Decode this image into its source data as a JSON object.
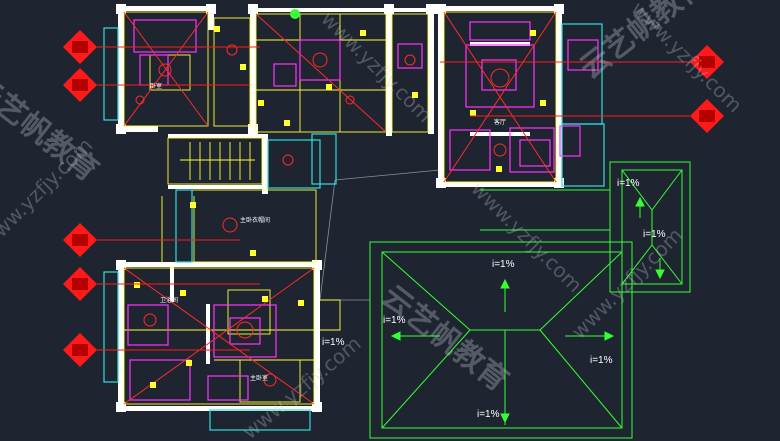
{
  "drawing": {
    "roof_slope_labels": [
      "i=1%",
      "i=1%",
      "i=1%",
      "i=1%",
      "i=1%",
      "i=1%",
      "i=1%"
    ],
    "room_labels": [
      "卧室",
      "客厅",
      "主卧衣帽间",
      "卫浴间",
      "主卧室"
    ]
  },
  "watermark": {
    "brand_cn": "云艺帆教育",
    "url": "www.yzfjy.com"
  },
  "colors": {
    "background": "#1f2530",
    "wall": "#ffffff",
    "outline": "#ffff33",
    "furniture": "#ff33ff",
    "lighting": "#ff2a2a",
    "roof": "#33ff33",
    "pipe": "#33dddd",
    "tag": "#ff1a1a"
  }
}
